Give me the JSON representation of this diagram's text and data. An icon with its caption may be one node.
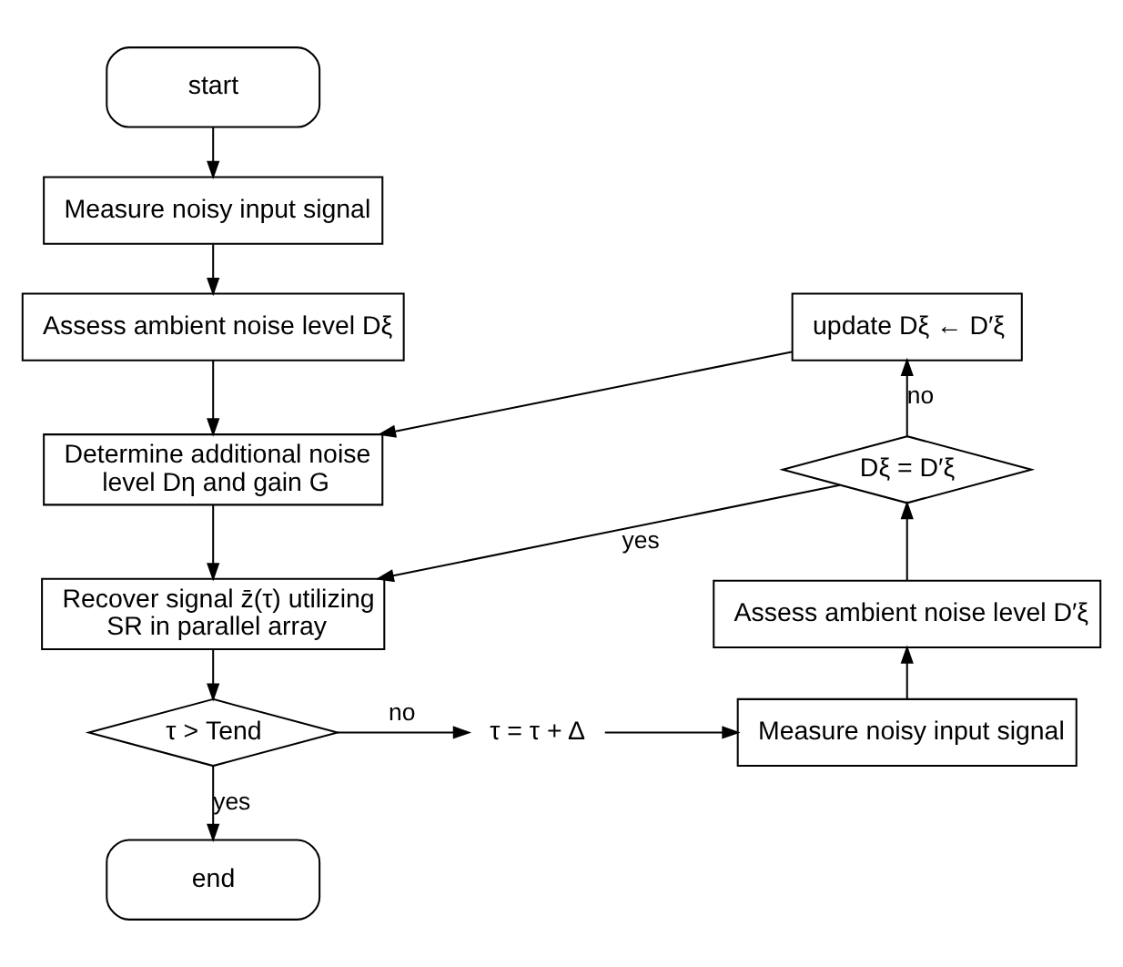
{
  "diagram": {
    "nodes": [
      {
        "text": [
          "start"
        ]
      },
      {
        "text": [
          "Measure noisy input signal"
        ]
      },
      {
        "text": [
          "Assess ambient noise level Dξ"
        ]
      },
      {
        "text": [
          "Determine additional noise level Dη and gain G"
        ]
      },
      {
        "text": [
          "Recover signal z̄(τ) utilizing SR in parallel array"
        ]
      },
      {
        "text": [
          "τ > Tend"
        ]
      },
      {
        "text": [
          "end"
        ]
      },
      {
        "text": [
          "τ = τ + Δ"
        ]
      },
      {
        "text": [
          "Measure noisy input signal"
        ]
      },
      {
        "text": [
          "Assess ambient noise level D′ξ"
        ]
      },
      {
        "text": [
          "Dξ = D′ξ"
        ]
      },
      {
        "text": [
          "update Dξ ← D′ξ"
        ]
      }
    ],
    "edges": [
      {
        "from": 0,
        "to": 1,
        "arrow": "to"
      },
      {
        "from": 1,
        "to": 2,
        "arrow": "to"
      },
      {
        "from": 2,
        "to": 3,
        "arrow": "to"
      },
      {
        "from": 3,
        "to": 4,
        "arrow": "to"
      },
      {
        "from": 4,
        "to": 5,
        "arrow": "to"
      },
      {
        "from": 5,
        "to": 6,
        "arrow": "to",
        "label": "yes"
      },
      {
        "from": 5,
        "to": 7,
        "arrow": "to",
        "label": "no"
      },
      {
        "from": 7,
        "to": 8,
        "arrow": "to"
      },
      {
        "from": 8,
        "to": 9,
        "arrow": "to"
      },
      {
        "from": 9,
        "to": 10,
        "arrow": "to"
      },
      {
        "from": 10,
        "to": 4,
        "arrow": "to",
        "label": "yes"
      },
      {
        "from": 10,
        "to": 11,
        "arrow": "to",
        "label": "no"
      },
      {
        "from": 11,
        "to": 3,
        "arrow": "to"
      }
    ]
  }
}
